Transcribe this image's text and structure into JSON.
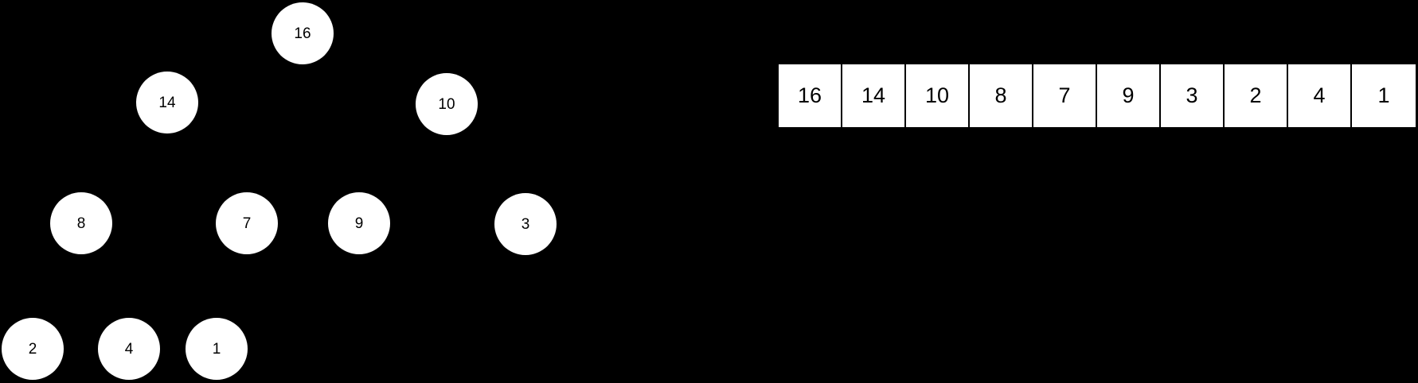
{
  "colors": {
    "background": "#000000",
    "node_fill": "#ffffff",
    "node_text": "#000000",
    "cell_fill": "#ffffff",
    "cell_text": "#000000",
    "cell_divider": "#000000"
  },
  "tree": {
    "nodes": [
      {
        "value": "16",
        "level": 0
      },
      {
        "value": "14",
        "level": 1
      },
      {
        "value": "10",
        "level": 1
      },
      {
        "value": "8",
        "level": 2
      },
      {
        "value": "7",
        "level": 2
      },
      {
        "value": "9",
        "level": 2
      },
      {
        "value": "3",
        "level": 2
      },
      {
        "value": "2",
        "level": 3
      },
      {
        "value": "4",
        "level": 3
      },
      {
        "value": "1",
        "level": 3
      }
    ]
  },
  "array": {
    "values": [
      "16",
      "14",
      "10",
      "8",
      "7",
      "9",
      "3",
      "2",
      "4",
      "1"
    ]
  }
}
